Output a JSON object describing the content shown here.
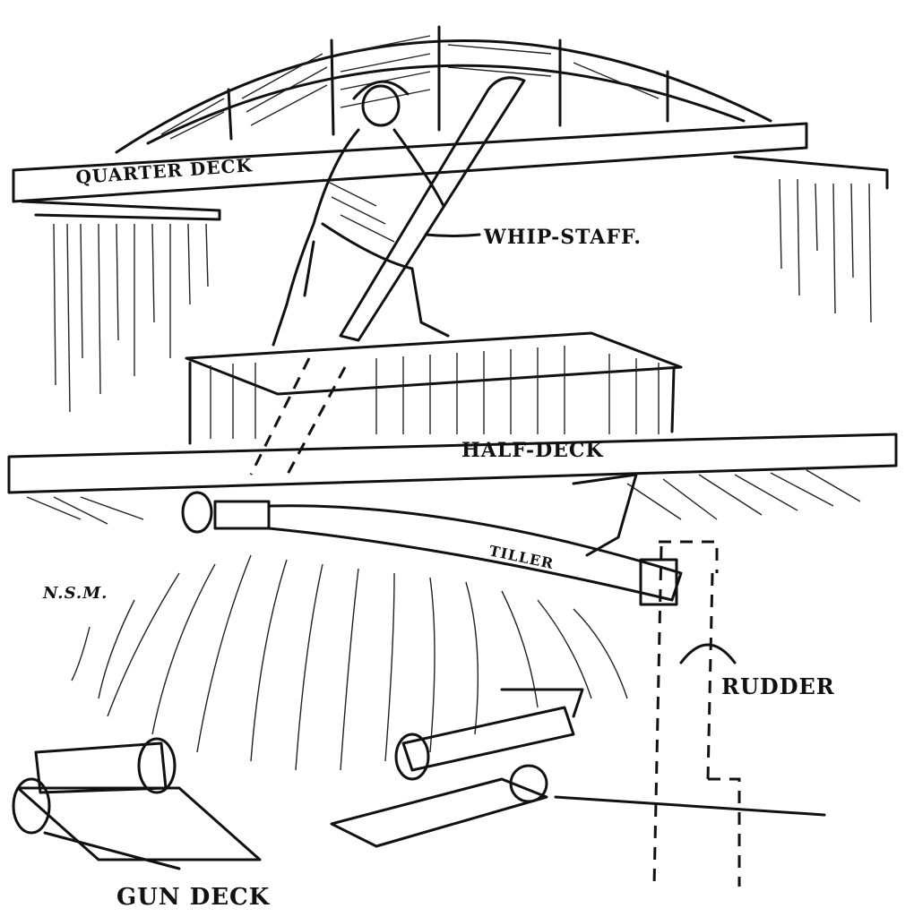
{
  "diagram": {
    "labels": {
      "quarter_deck": "QUARTER DECK",
      "whip_staff": "WHIP-STAFF.",
      "half_deck": "HALF-DECK",
      "tiller": "TILLER",
      "rudder": "RUDDER",
      "gun_deck": "GUN DECK"
    },
    "signature": "N.S.M."
  }
}
